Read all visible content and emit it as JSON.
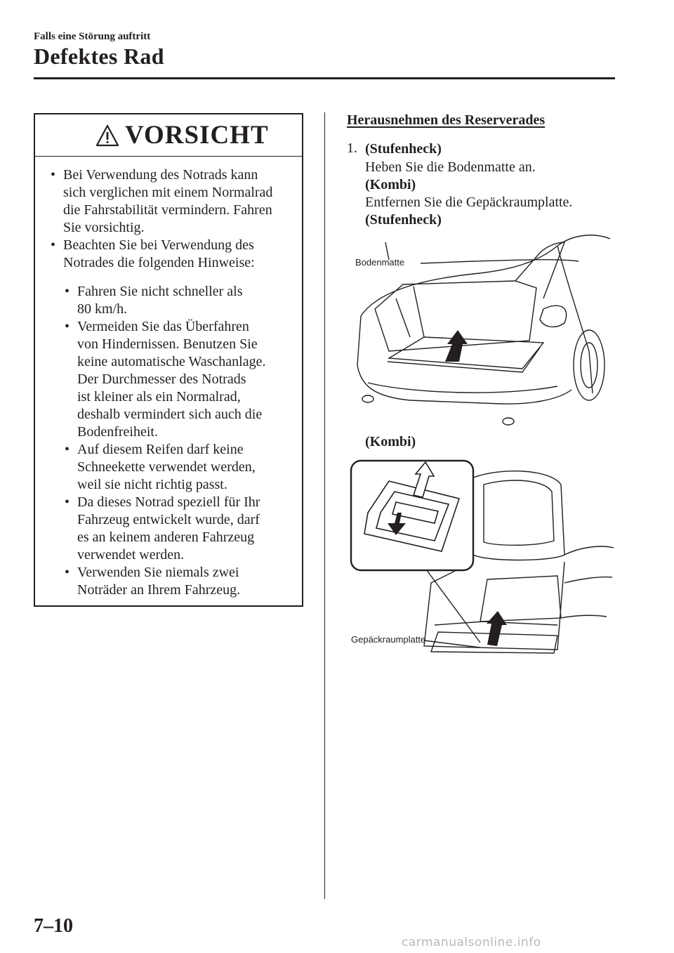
{
  "header": {
    "section": "Falls eine Störung auftritt",
    "title": "Defektes Rad"
  },
  "warning": {
    "title": "VORSICHT",
    "bullets": [
      "Bei Verwendung des Notrads kann\nsich verglichen mit einem Normalrad\ndie Fahrstabilität vermindern. Fahren\nSie vorsichtig.",
      "Beachten Sie bei Verwendung des\nNotrades die folgenden Hinweise:"
    ],
    "sub_bullets": [
      "Fahren Sie nicht schneller als\n80 km/h.",
      "Vermeiden Sie das Überfahren\nvon Hindernissen. Benutzen Sie\nkeine automatische Waschanlage.\nDer Durchmesser des Notrads\nist kleiner als ein Normalrad,\ndeshalb vermindert sich auch die\nBodenfreiheit.",
      "Auf diesem Reifen darf keine\nSchneekette verwendet werden,\nweil sie nicht richtig passt.",
      "Da dieses Notrad speziell für Ihr\nFahrzeug entwickelt wurde, darf\nes an keinem anderen Fahrzeug\nverwendet werden.",
      "Verwenden Sie niemals zwei\nNoträder an Ihrem Fahrzeug."
    ]
  },
  "right": {
    "heading": "Herausnehmen des Reserverades",
    "step_number": "1.",
    "lines": [
      {
        "text": "(Stufenheck)",
        "bold": true
      },
      {
        "text": "Heben Sie die Bodenmatte an.",
        "bold": false
      },
      {
        "text": "(Kombi)",
        "bold": true
      },
      {
        "text": "Entfernen Sie die Gepäckraumplatte.",
        "bold": false
      },
      {
        "text": "(Stufenheck)",
        "bold": true
      }
    ],
    "figure1_label": "Bodenmatte",
    "kombi_label": "(Kombi)",
    "figure2_label": "Gepäckraumplatte"
  },
  "footer": {
    "page_number": "7–10",
    "site": "carmanualsonline.info"
  },
  "icons": [
    "warning-triangle-icon"
  ]
}
